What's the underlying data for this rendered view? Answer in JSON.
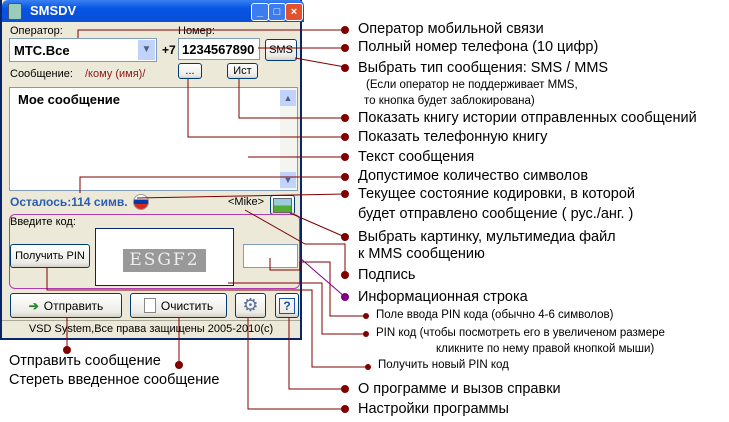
{
  "window": {
    "title": "SMSDV",
    "operator_label": "Оператор:",
    "operator_value": "МТС.Все",
    "number_label": "Номер:",
    "country_code": "+7",
    "number_value": "1234567890",
    "sms_button": "SMS",
    "message_label": "Сообщение:",
    "recipient": "/кому (имя)/",
    "phonebook_button": "...",
    "history_button": "Ист",
    "message_text": "Мое сообщение",
    "remaining": "Осталось:114 симв.",
    "signature": "<Mike>",
    "code_label": "Введите код:",
    "get_pin_button": "Получить PIN",
    "captcha": "ESGF2",
    "send_button": "Отправить",
    "clear_button": "Очистить",
    "status": "VSD System,Все права защищены 2005-2010(c)"
  },
  "annotations": {
    "operator": "Оператор мобильной связи",
    "number": "Полный номер телефона (10 цифр)",
    "type": "Выбрать тип сообщения: SMS / MMS",
    "type_note1": "(Если оператор не поддерживает MMS,",
    "type_note2": "то кнопка будет заблокирована)",
    "history": "Показать книгу истории отправленных сообщений",
    "phonebook": "Показать телефонную книгу",
    "text": "Текст сообщения",
    "chars": "Допустимое количество символов",
    "encoding1": "Текущее состояние кодировки, в которой",
    "encoding2": "будет отправлено сообщение ( рус./анг. )",
    "image1": "Выбрать картинку, мультимедиа файл",
    "image2": "к MMS сообщению",
    "signature": "Подпись",
    "info": "Информационная строка",
    "pin_field": "Поле ввода PIN кода (обычно 4-6 символов)",
    "pin_code1": "PIN код (чтобы посмотреть его в увеличеном размере",
    "pin_code2": "кликните по нему правой кнопкой мыши)",
    "new_pin": "Получить новый PIN код",
    "send": "Отправить сообщение",
    "clear": "Стереть введенное сообщение",
    "help": "О программе и вызов справки",
    "settings": "Настройки программы"
  },
  "colors": {
    "line": "#800000",
    "info_line": "#800080",
    "title": "#0554e3",
    "remaining": "#2a5db0"
  }
}
